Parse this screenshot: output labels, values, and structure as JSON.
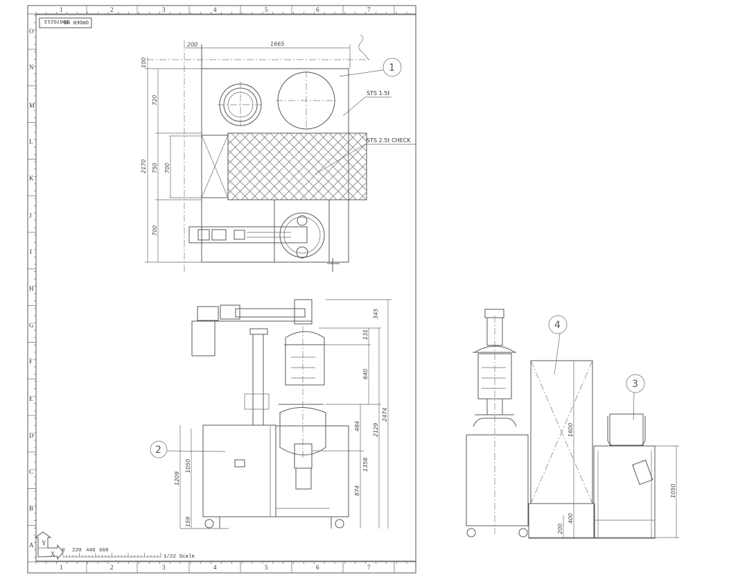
{
  "frame": {
    "columns": [
      "1",
      "2",
      "3",
      "4",
      "5",
      "6",
      "7"
    ],
    "rows": [
      "O",
      "N",
      "M",
      "L",
      "K",
      "J",
      "I",
      "H",
      "G",
      "F",
      "E",
      "D",
      "C",
      "B",
      "A"
    ],
    "order_label": "ORDER NO",
    "order_number": "20070213",
    "axis_y": "Y",
    "axis_x": "X",
    "scale_ticks": [
      "0",
      "220",
      "440",
      "660"
    ],
    "scale_text": "1/22 Scale"
  },
  "top_view": {
    "dims": {
      "d200": "200",
      "d1665": "1665",
      "d100": "100",
      "d2170": "2170",
      "d720": "720",
      "d750": "750",
      "d700a": "700",
      "d700b": "700"
    },
    "callout": "1",
    "note1": "STS 1.5t",
    "note2": "STS 2.5t CHECK"
  },
  "front_view": {
    "dims": {
      "d345": "345",
      "d131": "131",
      "d640": "640",
      "d484": "484",
      "d2129": "2129",
      "d2474": "2474",
      "d1358": "1358",
      "d874": "874",
      "d1209": "1209",
      "d1050": "1050",
      "d159": "159"
    },
    "callout": "2"
  },
  "side_view": {
    "dims": {
      "d1600": "1600",
      "d400": "400",
      "d200": "200",
      "d1050": "1050"
    },
    "callout3": "3",
    "callout4": "4"
  }
}
